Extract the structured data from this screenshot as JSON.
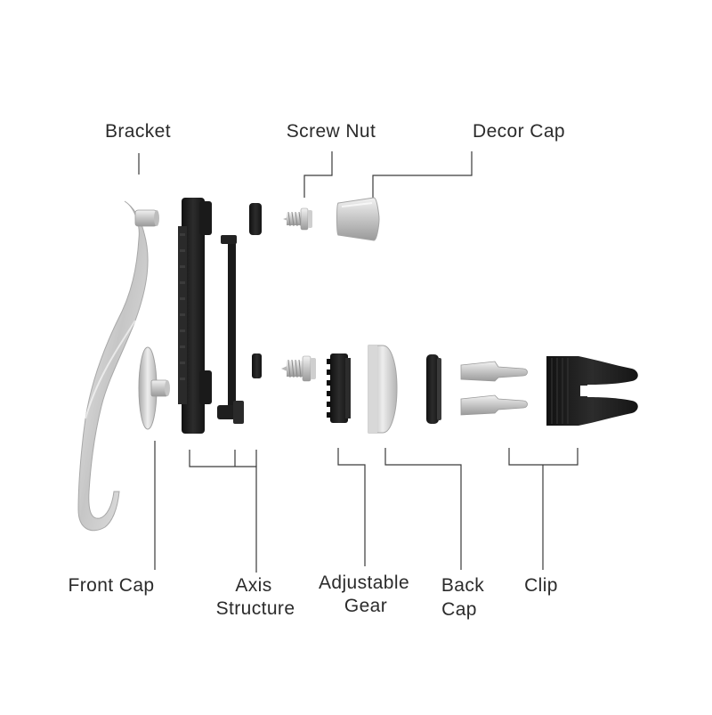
{
  "labels": {
    "bracket": "Bracket",
    "screw_nut": "Screw Nut",
    "decor_cap": "Decor Cap",
    "front_cap": "Front Cap",
    "axis_structure": [
      "Axis",
      "Structure"
    ],
    "adjustable_gear": [
      "Adjustable",
      "Gear"
    ],
    "back_cap": [
      "Back",
      "Cap"
    ],
    "clip": "Clip"
  },
  "colors": {
    "background": "#ffffff",
    "text": "#2b2b2b",
    "leader": "#3a3a3a",
    "metal_light": "#e9e9e9",
    "metal_mid": "#bdbdbd",
    "metal_dark": "#8e8e8e",
    "black_part": "#1c1c1c"
  }
}
